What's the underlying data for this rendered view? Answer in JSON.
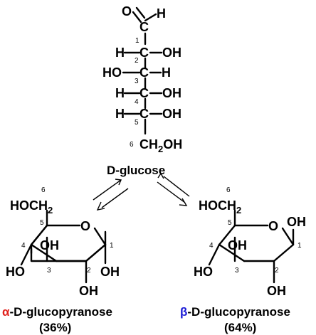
{
  "colors": {
    "alpha_oh": "#e0201b",
    "beta_oh": "#1a1ad6",
    "greek": "#e0201b",
    "greek_beta": "#1a1ad6"
  },
  "open_chain": {
    "c1": {
      "o": "O",
      "h": "H",
      "num": "1"
    },
    "c2": {
      "left": "H",
      "right": "OH",
      "num": "2"
    },
    "c3": {
      "left": "HO",
      "right": "H",
      "num": "3"
    },
    "c4": {
      "left": "H",
      "right": "OH",
      "num": "4"
    },
    "c5": {
      "left": "H",
      "right": "OH",
      "num": "5"
    },
    "c6": {
      "num": "6",
      "label": "CH",
      "sub": "2",
      "tail": "OH"
    },
    "carbon": "C",
    "name": "D-glucose"
  },
  "alpha": {
    "hoch": "HOCH",
    "sub": "2",
    "ring_o": "O",
    "c1_oh": "OH",
    "c2_oh": "OH",
    "c3_oh": "OH",
    "c4_oh": "HO",
    "nums": [
      "1",
      "2",
      "3",
      "4",
      "5",
      "6"
    ],
    "greek": "α",
    "name": "-D-glucopyranose",
    "pct": "(36%)"
  },
  "beta": {
    "hoch": "HOCH",
    "sub": "2",
    "ring_o": "O",
    "c1_oh": "OH",
    "c2_oh": "OH",
    "c3_oh": "OH",
    "c4_oh": "HO",
    "nums": [
      "1",
      "2",
      "3",
      "4",
      "5",
      "6"
    ],
    "greek": "β",
    "name": "-D-glucopyranose",
    "pct": "(64%)"
  }
}
